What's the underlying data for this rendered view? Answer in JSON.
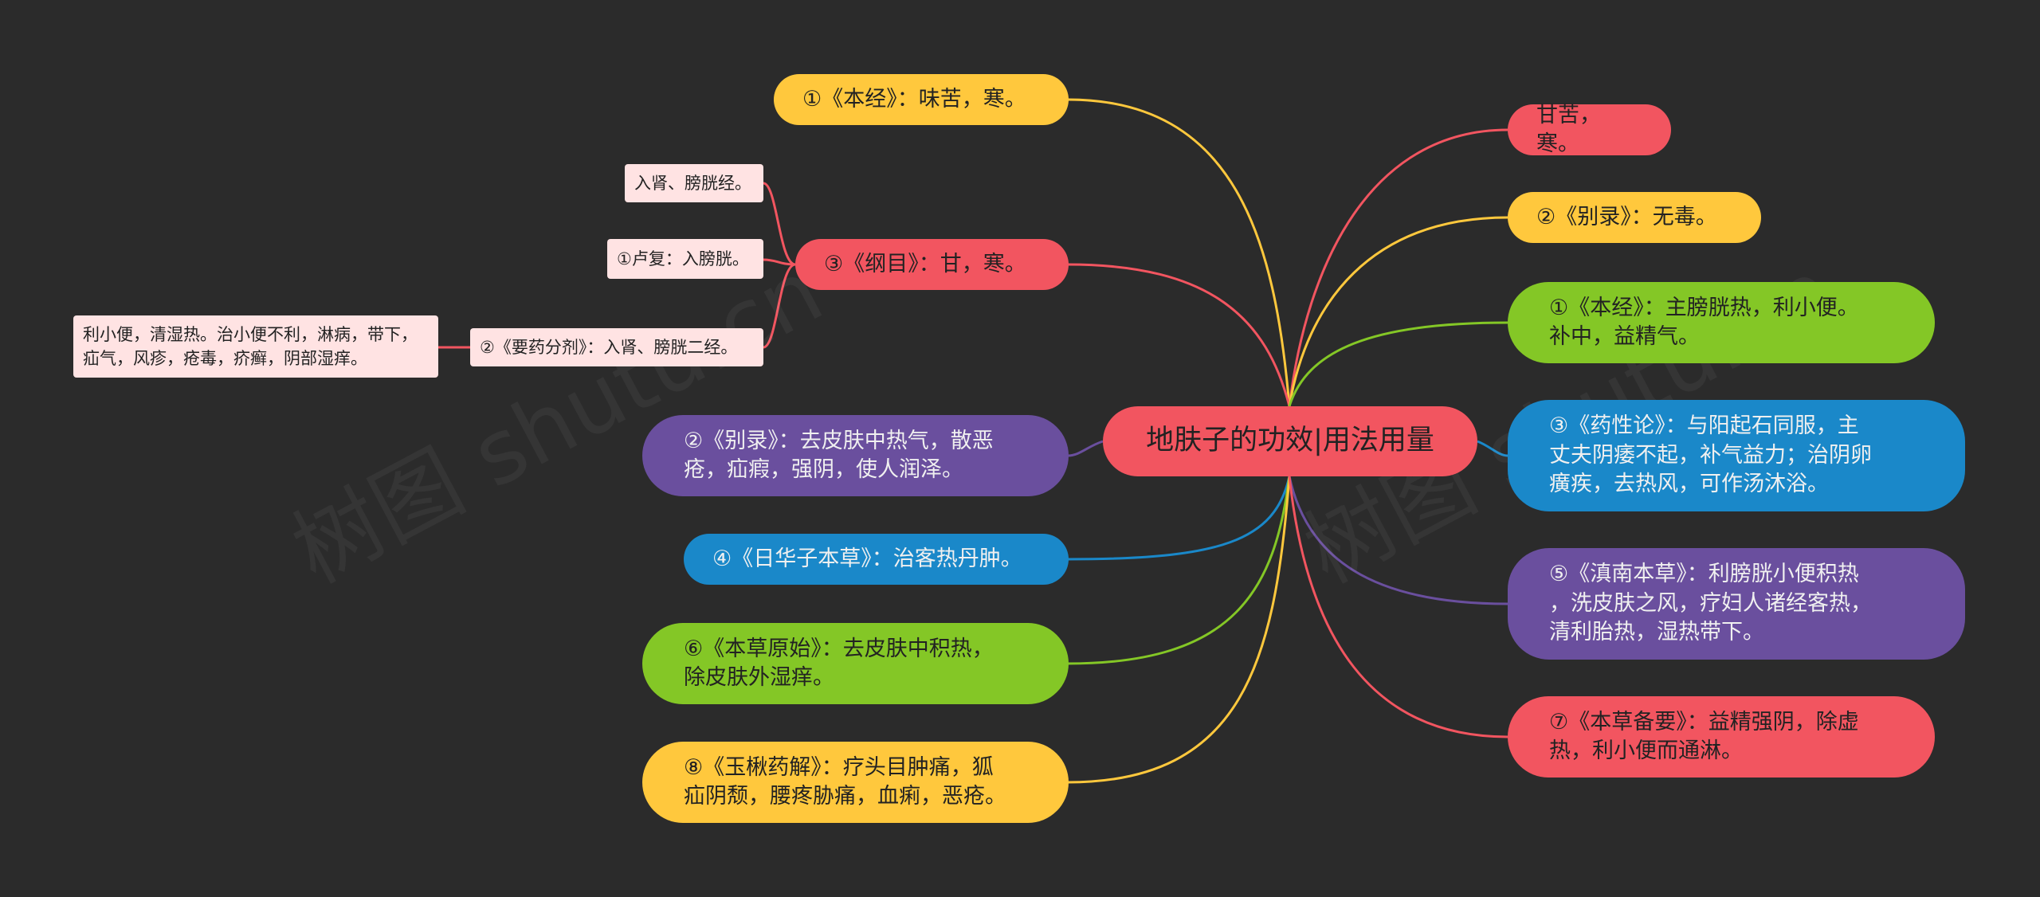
{
  "center": "地肤子的功效|用法用量",
  "left": {
    "benjing": "①《本经》：味苦，寒。",
    "gangmu": "③《纲目》：甘，寒。",
    "gangmu_children": {
      "rushen": "入肾、膀胱经。",
      "lufu": "①卢复：入膀胱。",
      "yaoyao": "②《要药分剂》：入肾、膀胱二经。",
      "yaoyao_detail": "利小便，清湿热。治小便不利，淋病，带下，\n疝气，风疹，疮毒，疥癣，阴部湿痒。"
    },
    "bielu": "②《别录》：去皮肤中热气，散恶\n疮，疝瘕，强阴，使人润泽。",
    "rihuazi": "④《日华子本草》：治客热丹肿。",
    "bencaoyuanshi": "⑥《本草原始》：去皮肤中积热，\n除皮肤外湿痒。",
    "yuqiu": "⑧《玉楸药解》：疗头目肿痛，狐\n疝阴颓，腰疼胁痛，血痢，恶疮。"
  },
  "right": {
    "ganku": "甘苦，寒。",
    "bielu": "②《别录》：无毒。",
    "benjing": "①《本经》：主膀胱热，利小便。\n补中，益精气。",
    "yaoxing": "③《药性论》：与阳起石同服，主\n丈夫阴痿不起，补气益力；治阴卵\n癀疾，去热风，可作汤沐浴。",
    "diannan": "⑤《滇南本草》：利膀胱小便积热\n，洗皮肤之风，疗妇人诸经客热，\n清利胎热，湿热带下。",
    "beiyao": "⑦《本草备要》：益精强阴，除虚\n热，利小便而通淋。"
  },
  "watermark": "树图 shutu.cn",
  "colors": {
    "background": "#2b2b2b",
    "red": "#f25560",
    "yellow": "#ffc83d",
    "green": "#84c726",
    "blue": "#1a88c9",
    "purple": "#6a4f9e",
    "light_pink": "#ffe3e3"
  }
}
